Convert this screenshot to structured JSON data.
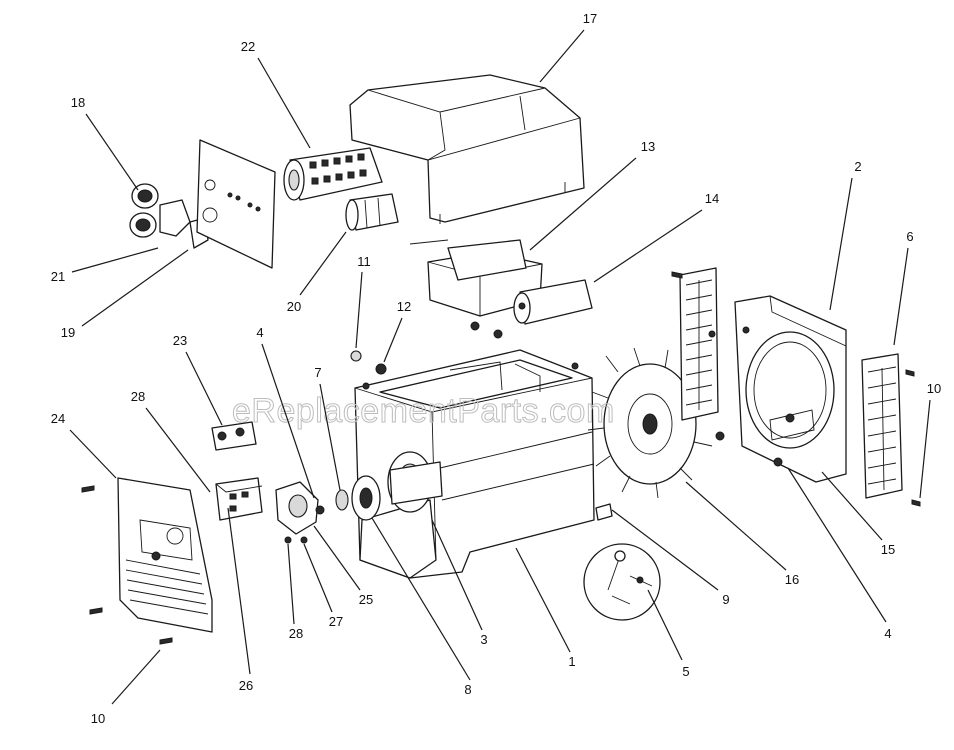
{
  "watermark": "eReplacementParts.com",
  "callouts": [
    {
      "id": "c17",
      "label": "17"
    },
    {
      "id": "c22",
      "label": "22"
    },
    {
      "id": "c18",
      "label": "18"
    },
    {
      "id": "c13",
      "label": "13"
    },
    {
      "id": "c14",
      "label": "14"
    },
    {
      "id": "c2",
      "label": "2"
    },
    {
      "id": "c6",
      "label": "6"
    },
    {
      "id": "c21",
      "label": "21"
    },
    {
      "id": "c20",
      "label": "20"
    },
    {
      "id": "c11",
      "label": "11"
    },
    {
      "id": "c12",
      "label": "12"
    },
    {
      "id": "c19",
      "label": "19"
    },
    {
      "id": "c23",
      "label": "23"
    },
    {
      "id": "c4a",
      "label": "4"
    },
    {
      "id": "c7",
      "label": "7"
    },
    {
      "id": "c10a",
      "label": "10"
    },
    {
      "id": "c28a",
      "label": "28"
    },
    {
      "id": "c24",
      "label": "24"
    },
    {
      "id": "c15",
      "label": "15"
    },
    {
      "id": "c16",
      "label": "16"
    },
    {
      "id": "c9",
      "label": "9"
    },
    {
      "id": "c25",
      "label": "25"
    },
    {
      "id": "c27",
      "label": "27"
    },
    {
      "id": "c28b",
      "label": "28"
    },
    {
      "id": "c3",
      "label": "3"
    },
    {
      "id": "c4b",
      "label": "4"
    },
    {
      "id": "c1",
      "label": "1"
    },
    {
      "id": "c5",
      "label": "5"
    },
    {
      "id": "c26",
      "label": "26"
    },
    {
      "id": "c8",
      "label": "8"
    },
    {
      "id": "c10b",
      "label": "10"
    }
  ]
}
